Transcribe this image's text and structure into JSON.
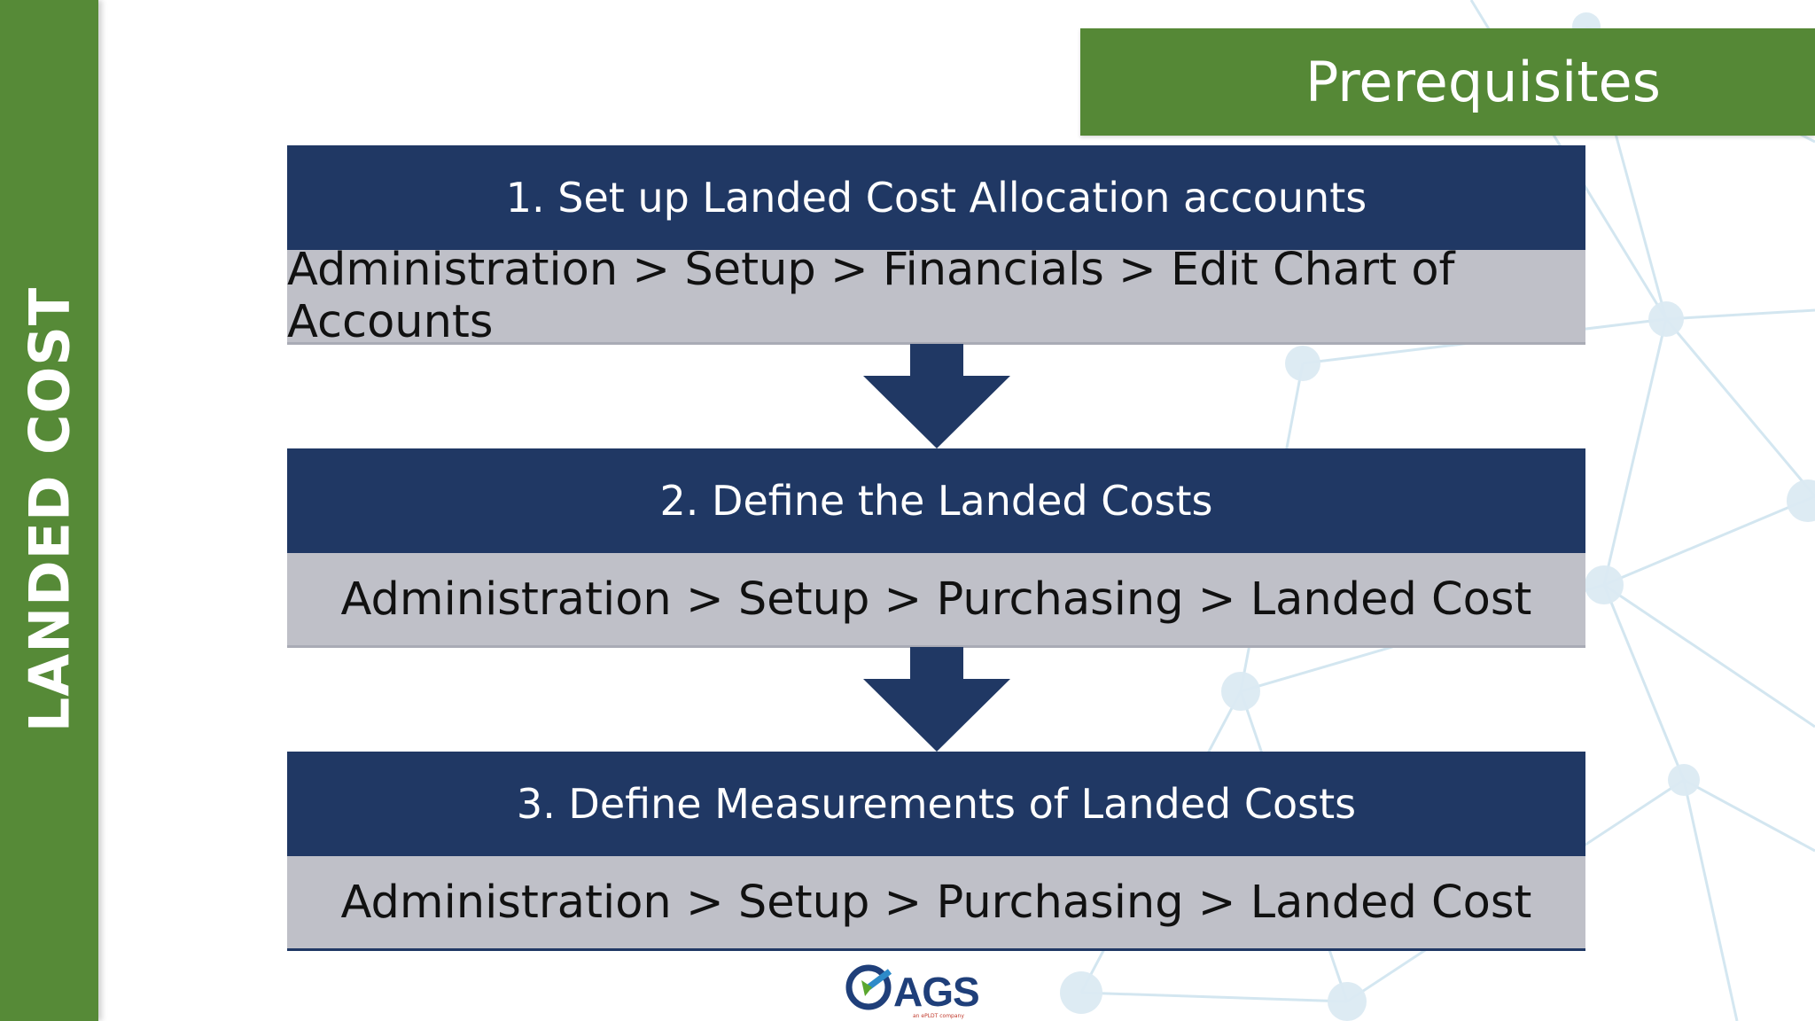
{
  "side_title": "LANDED COST",
  "header": {
    "title": "Prerequisites"
  },
  "steps": [
    {
      "title": "1. Set up Landed Cost Allocation accounts",
      "path": "Administration > Setup > Financials > Edit Chart of Accounts"
    },
    {
      "title": "2. Define the Landed Costs",
      "path": "Administration > Setup > Purchasing > Landed Cost"
    },
    {
      "title": "3. Define Measurements of Landed Costs",
      "path": "Administration > Setup > Purchasing > Landed Cost"
    }
  ],
  "logo": {
    "text": "AGS",
    "subtext": "an ePLDT company"
  },
  "colors": {
    "green_band": "#568a37",
    "navy_header": "#203864",
    "gray_path": "#bfc0c8",
    "network_line": "#cfe4ef"
  },
  "icons": {
    "arrow": "arrow-down-icon",
    "logo": "ags-logo-icon"
  }
}
